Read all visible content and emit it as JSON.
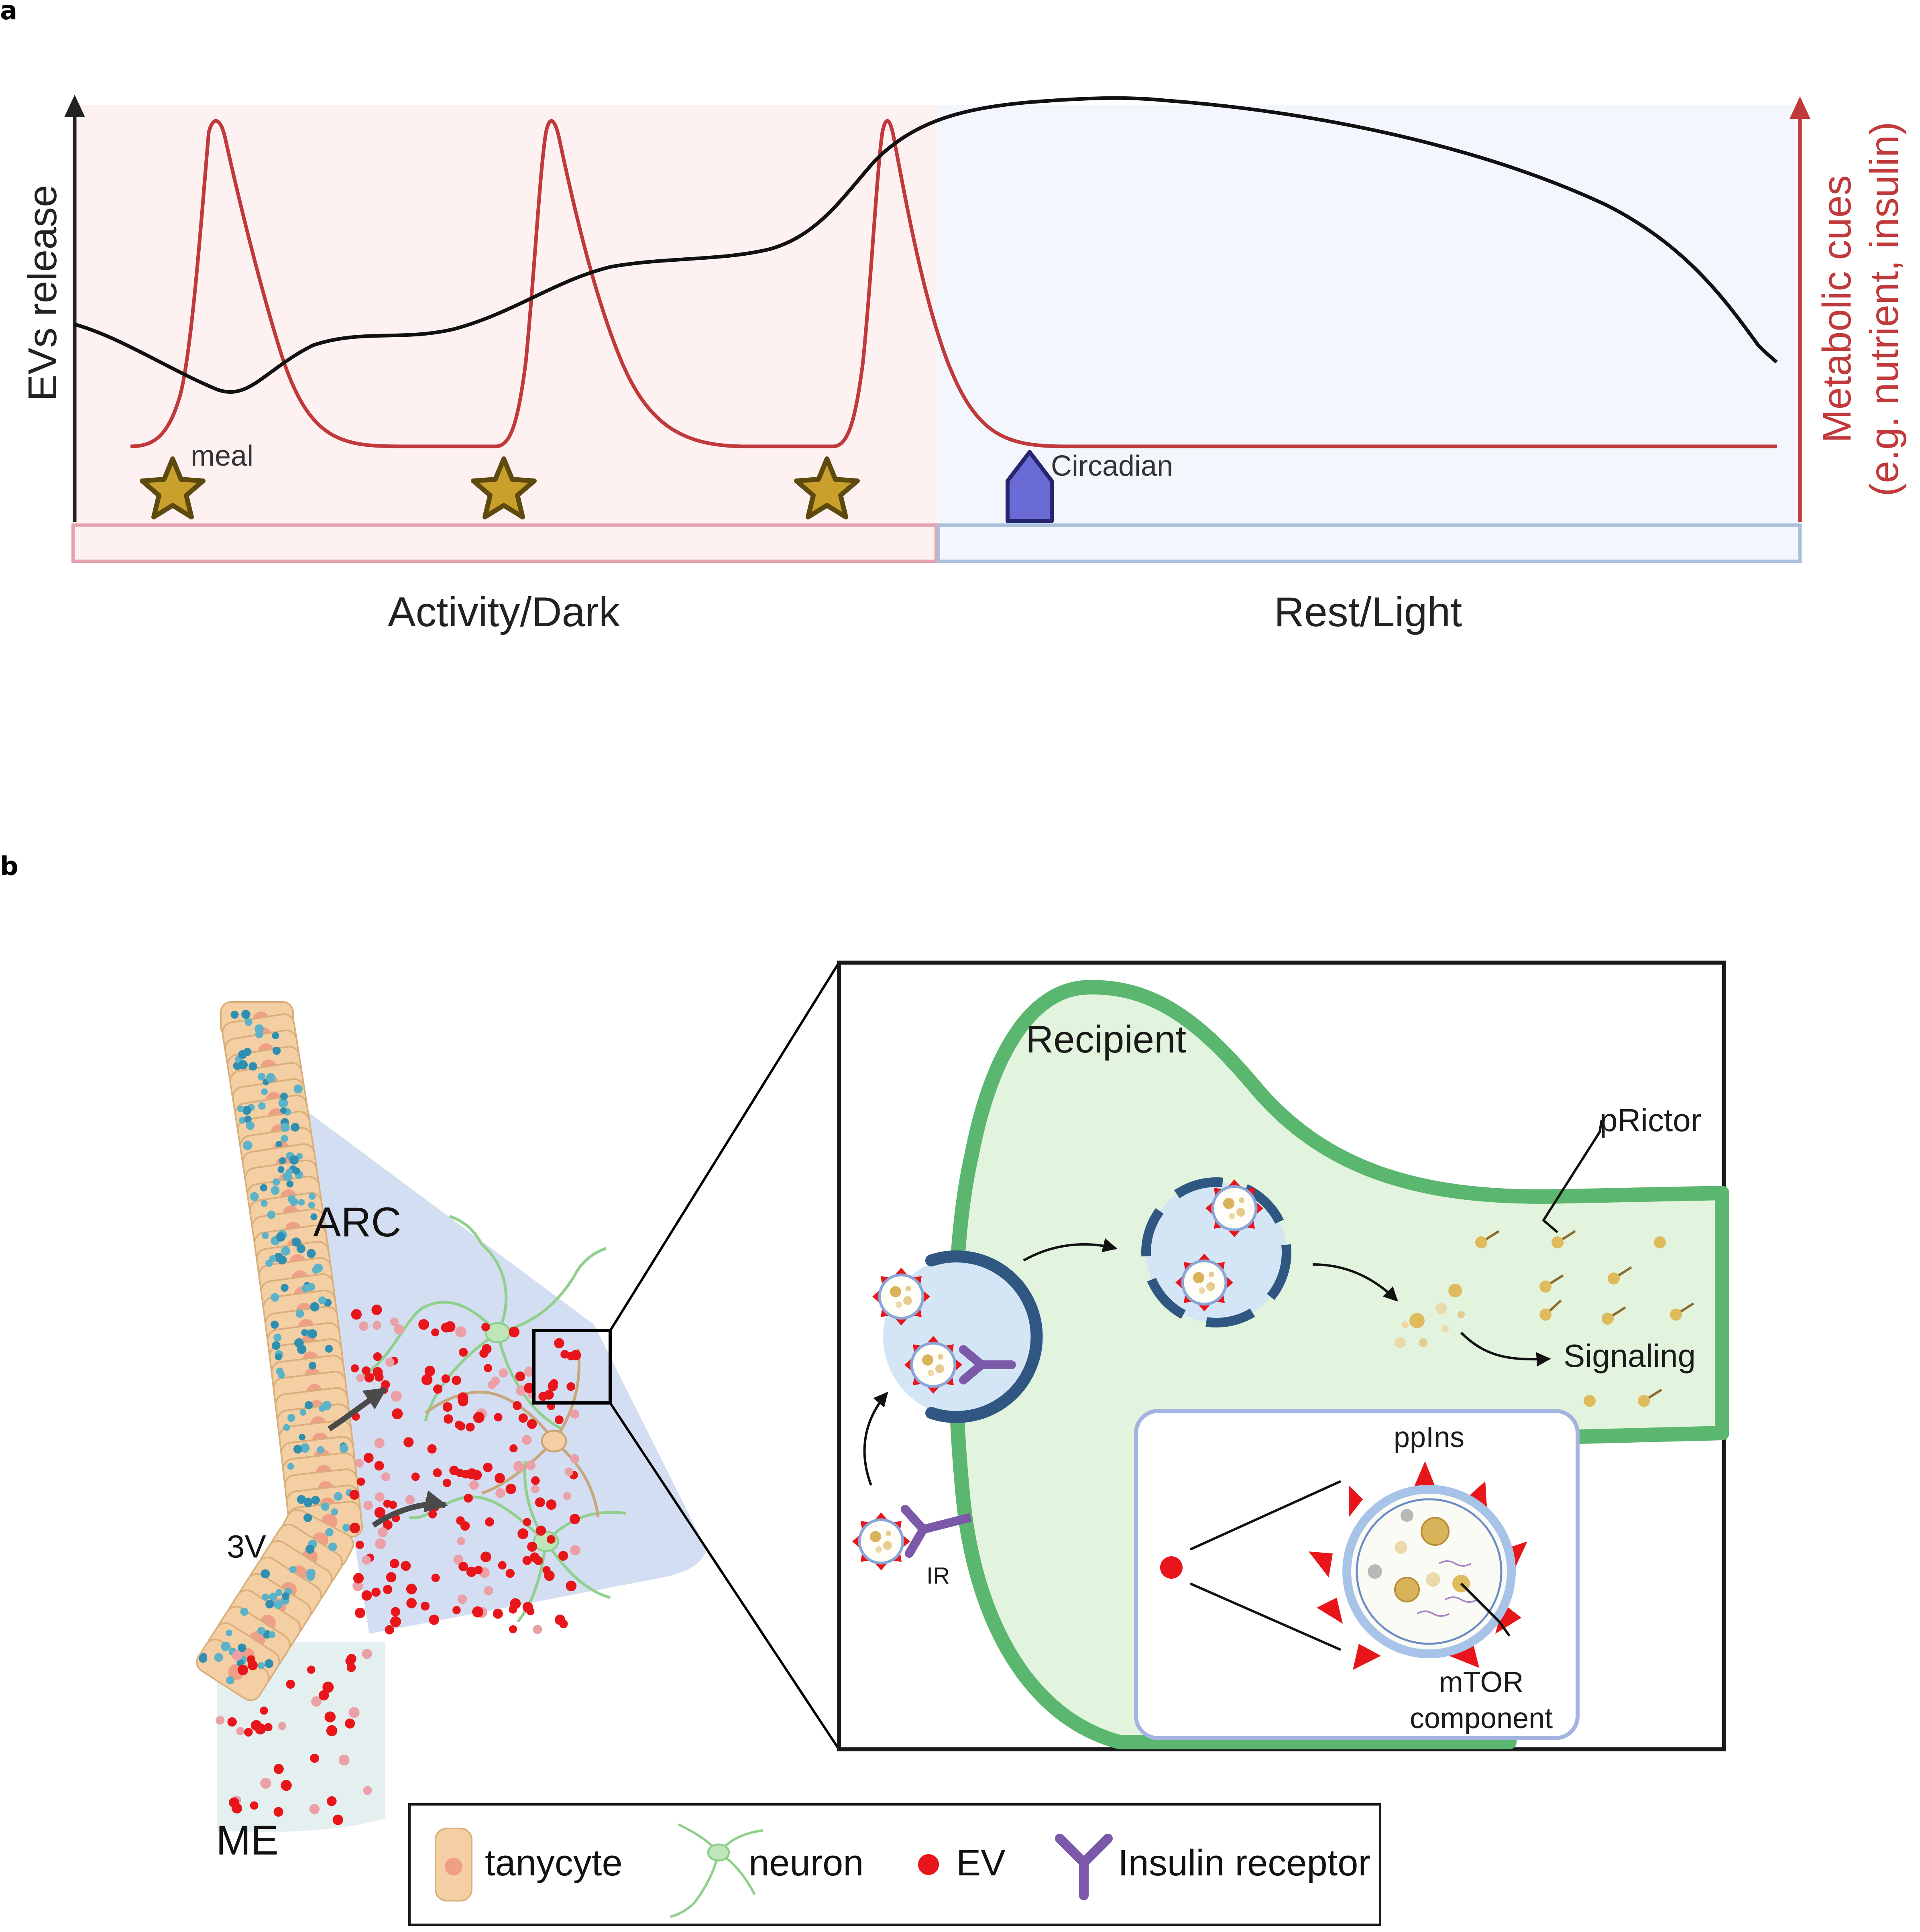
{
  "panel_a": {
    "letter": "a",
    "y_left_label": "EVs release",
    "y_right_label_line1": "Metabolic cues",
    "y_right_label_line2": "(e.g. nutrient, insulin)",
    "meal_label": "meal",
    "circadian_label": "Circadian",
    "phase_dark_label": "Activity/Dark",
    "phase_light_label": "Rest/Light"
  },
  "panel_b": {
    "letter": "b",
    "arc_label": "ARC",
    "ventricle_label": "3V",
    "me_label": "ME",
    "recipient_label": "Recipient",
    "prictor_label": "pRictor",
    "signaling_label": "Signaling",
    "ir_label": "IR",
    "ppins_label": "ppIns",
    "mtor_label_line1": "mTOR",
    "mtor_label_line2": "component"
  },
  "legend": {
    "tanycyte": "tanycyte",
    "neuron": "neuron",
    "ev": "EV",
    "insulin_receptor": "Insulin receptor"
  },
  "colors": {
    "dark_phase_fill": "#fdf1f2",
    "light_phase_fill": "#f3f6fc",
    "metabolic_red": "#c0393b",
    "star_gold": "#c9a02c",
    "circadian_purple": "#6b6bd6",
    "arc_blue": "#d4def2",
    "tanycyte_tan": "#f3cfa3",
    "tanycyte_nucleus": "#ef9f85",
    "ev_red": "#e8161b",
    "neuron_green": "#8fd08c",
    "cell_green_fill": "#e2f4dd",
    "cell_green_border": "#5bb76f",
    "vesicle_blue": "#2f5782",
    "receptor_purple": "#7b58a8"
  }
}
